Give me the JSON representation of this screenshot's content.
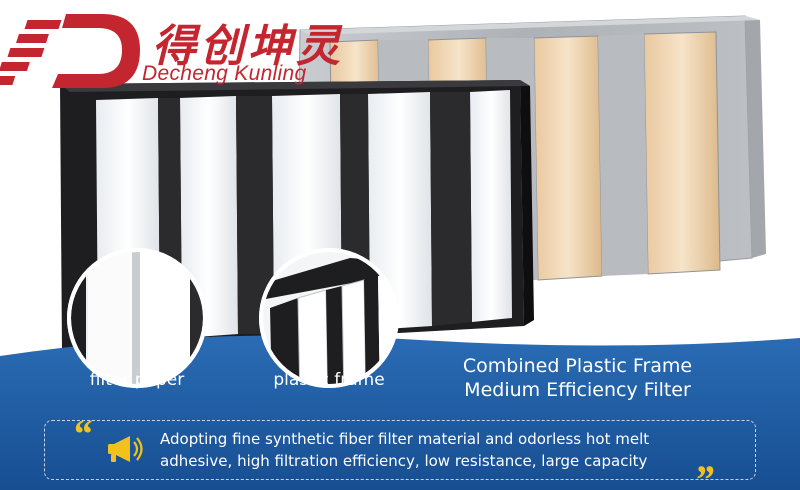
{
  "logo": {
    "chinese": "得创坤灵",
    "english": "Decheng Kunling",
    "mark_letter": "D",
    "brand_color": "#c4262f"
  },
  "labels": {
    "filter_paper": "filter paper",
    "plastic_frame": "plastic frame"
  },
  "title": {
    "line1": "Combined Plastic Frame",
    "line2": "Medium Efficiency Filter"
  },
  "description": {
    "line1": "Adopting fine synthetic fiber filter material and odorless hot melt",
    "line2": "adhesive, high filtration efficiency, low resistance, large capacity",
    "icon": "megaphone-icon"
  },
  "colors": {
    "banner": "#1f5fa8",
    "accent": "#f2c21b",
    "metal_frame": "#b4b8bc",
    "media": "#f1d9b8",
    "plastic_frame": "#1e1e20"
  }
}
